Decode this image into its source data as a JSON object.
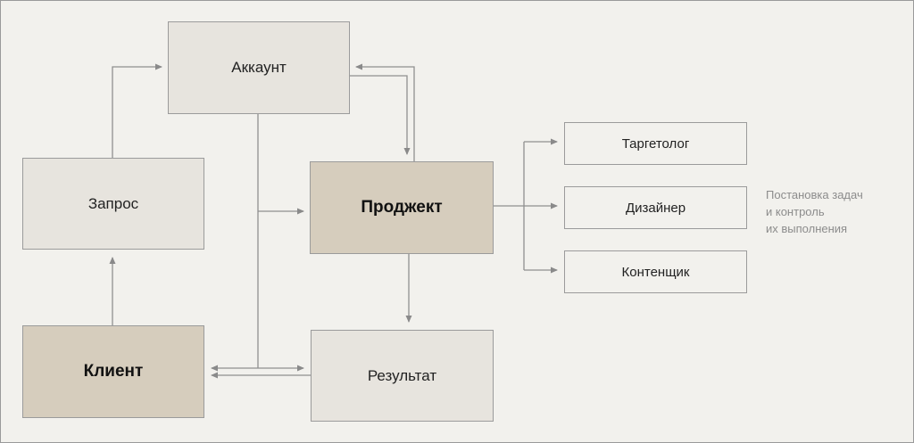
{
  "nodes": {
    "account": "Аккаунт",
    "request": "Запрос",
    "client": "Клиент",
    "project": "Проджект",
    "result": "Результат",
    "targetologist": "Таргетолог",
    "designer": "Дизайнер",
    "content_maker": "Контенщик"
  },
  "note": [
    "Постановка задач",
    "и контроль",
    "их выполнения"
  ]
}
